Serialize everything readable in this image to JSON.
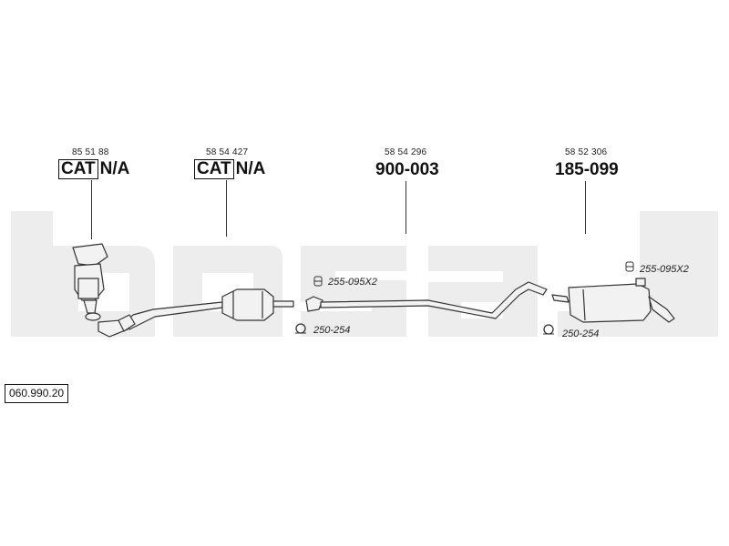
{
  "brand": "bosal",
  "diagram_code": "060.990.20",
  "parts": [
    {
      "oem": "85 51 88",
      "cat": "CAT",
      "label": "N/A"
    },
    {
      "oem": "58 54 427",
      "cat": "CAT",
      "label": "N/A"
    },
    {
      "oem": "58 54 296",
      "label": "900-003"
    },
    {
      "oem": "58 52 306",
      "label": "185-099"
    }
  ],
  "accessories": [
    {
      "code": "255-095X2",
      "icon": "bracket-icon"
    },
    {
      "code": "250-254",
      "icon": "clamp-ring-icon"
    },
    {
      "code": "255-095X2",
      "icon": "bracket-icon"
    },
    {
      "code": "250-254",
      "icon": "clamp-ring-icon"
    }
  ],
  "colors": {
    "watermark": "#ededed",
    "lines": "#333333",
    "parts_fill": "#f2f2f2"
  }
}
